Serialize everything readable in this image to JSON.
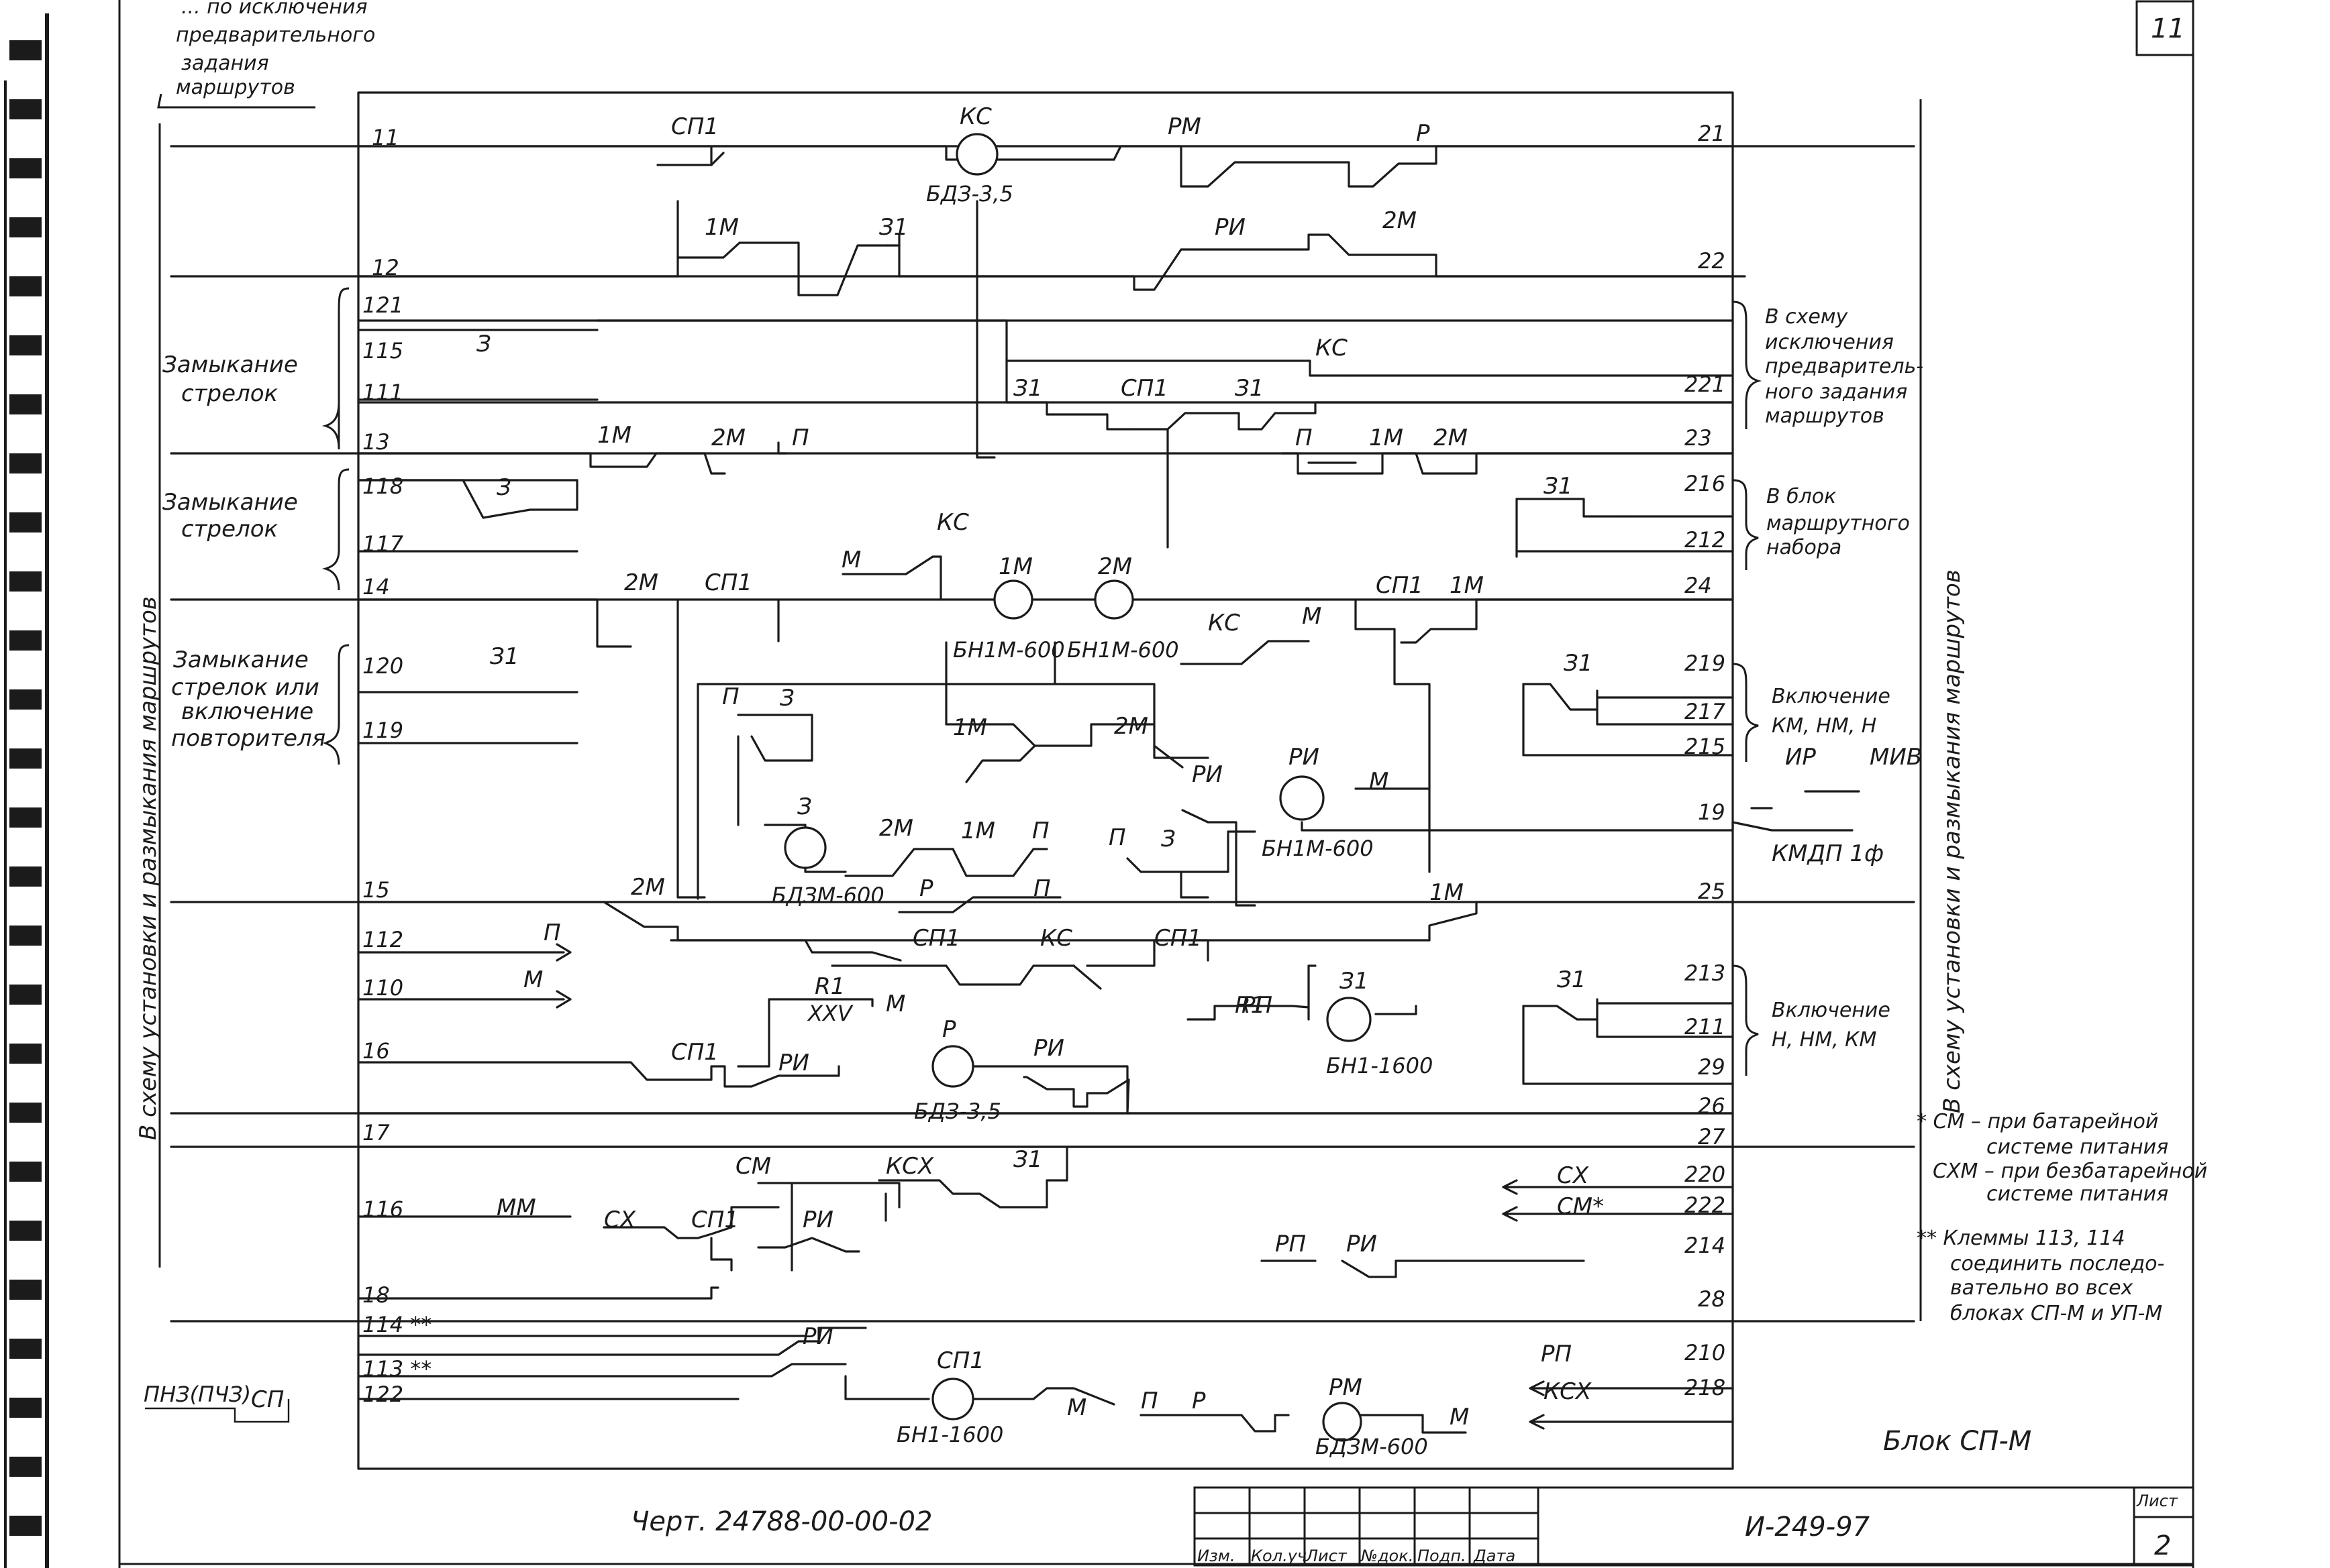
{
  "header_note": [
    "... по исключения",
    "предварительного",
    "задания",
    "маршрутов"
  ],
  "sheet_number": "11",
  "left_vertical_label": "В схему установки и размыкания маршрутов",
  "right_vertical_label": "В схему установки и размыкания маршрутов",
  "left_groups": [
    {
      "text": [
        "Замыкание",
        "стрелок"
      ]
    },
    {
      "text": [
        "Замыкание",
        "стрелок"
      ]
    },
    {
      "text": [
        "Замыкание",
        "стрелок или",
        "включение",
        "повторителя"
      ]
    }
  ],
  "right_notes": [
    {
      "text": [
        "В схему",
        "исключения",
        "предваритель-",
        "ного задания",
        "маршрутов"
      ]
    },
    {
      "text": [
        "В блок",
        "маршрутного",
        "набора"
      ]
    },
    {
      "text": [
        "Включение",
        "КМ, НМ, Н"
      ]
    },
    {
      "text": [
        "Включение",
        "Н, НМ, КМ"
      ]
    }
  ],
  "footnotes": [
    "* СМ – при батарейной",
    "системе питания",
    "СХМ – при безбатарейной",
    "системе питания",
    "** Клеммы 113, 114",
    "соединить последо-",
    "вательно во всех",
    "блоках СП-М и УП-М"
  ],
  "left_terminals": [
    "11",
    "12",
    "121",
    "115",
    "111",
    "13",
    "118",
    "117",
    "14",
    "120",
    "119",
    "15",
    "112",
    "110",
    "16",
    "17",
    "116",
    "18",
    "114 **",
    "113 **",
    "122"
  ],
  "right_terminals": [
    "21",
    "22",
    "221",
    "23",
    "216",
    "212",
    "24",
    "219",
    "217",
    "215",
    "19",
    "25",
    "213",
    "211",
    "29",
    "26",
    "27",
    "220",
    "222",
    "214",
    "28",
    "210",
    "218"
  ],
  "external_signals": {
    "kmdp": "КМДП 1ф",
    "ir_miv": [
      "ИР",
      "МИВ"
    ],
    "cx": "СХ",
    "cm": "СМ*",
    "rp": "РП",
    "ksx": "КСХ",
    "pnz": "ПНЗ(ПЧЗ)",
    "sp": "СП"
  },
  "relays": [
    {
      "name": "КС",
      "type": "БДЗ-3,5"
    },
    {
      "name": "1М",
      "type": "БН1М-600"
    },
    {
      "name": "2М",
      "type": "БН1М-600"
    },
    {
      "name": "РИ",
      "type": "БН1М-600"
    },
    {
      "name": "З",
      "type": "БДЗМ-600"
    },
    {
      "name": "З1",
      "type": "БН1-1600"
    },
    {
      "name": "Р",
      "type": "БДЗ-3,5"
    },
    {
      "name": "СП1",
      "type": "БН1-1600"
    },
    {
      "name": "РМ",
      "type": "БДЗМ-600"
    }
  ],
  "contact_labels": [
    "СП1",
    "РМ",
    "Р",
    "1М",
    "З1",
    "РИ",
    "2М",
    "З",
    "КС",
    "П",
    "М",
    "ММ",
    "СМ",
    "КСХ",
    "СХ",
    "РП",
    "R1",
    "XXV"
  ],
  "block_title": "Блок СП-М",
  "drawing_ref": "Черт. 24788-00-00-02",
  "doc_number": "И-249-97",
  "sheet_label": "Лист",
  "sheet_page": "2",
  "title_block_headers": [
    "Изм.",
    "Кол.уч",
    "Лист",
    "№док.",
    "Подп.",
    "Дата"
  ]
}
